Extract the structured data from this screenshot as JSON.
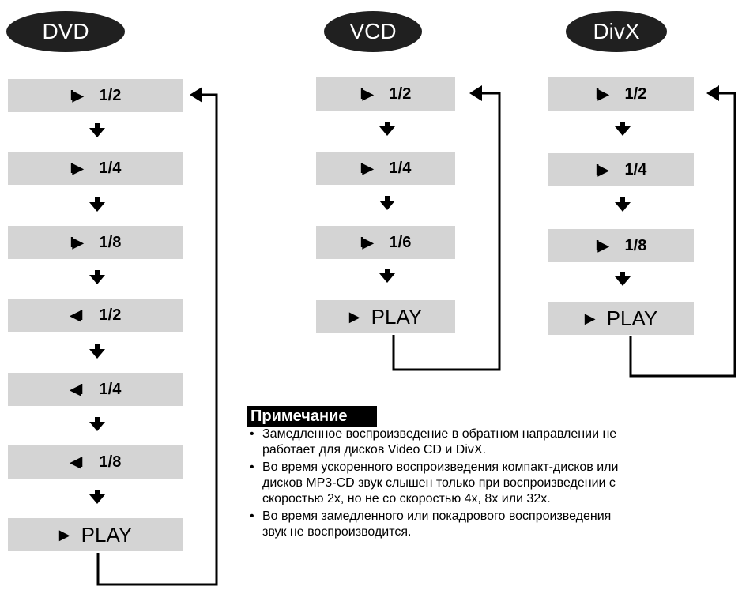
{
  "columns": [
    {
      "key": "dvd",
      "label": "DVD",
      "steps": [
        {
          "symbol": "I▶",
          "label": "1/2"
        },
        {
          "symbol": "I▶",
          "label": "1/4"
        },
        {
          "symbol": "I▶",
          "label": "1/8"
        },
        {
          "symbol": "◀I",
          "label": "1/2"
        },
        {
          "symbol": "◀I",
          "label": "1/4"
        },
        {
          "symbol": "◀I",
          "label": "1/8"
        },
        {
          "symbol": "▶",
          "label": "PLAY"
        }
      ]
    },
    {
      "key": "vcd",
      "label": "VCD",
      "steps": [
        {
          "symbol": "I▶",
          "label": "1/2"
        },
        {
          "symbol": "I▶",
          "label": "1/4"
        },
        {
          "symbol": "I▶",
          "label": "1/6"
        },
        {
          "symbol": "▶",
          "label": "PLAY"
        }
      ]
    },
    {
      "key": "divx",
      "label": "DivX",
      "steps": [
        {
          "symbol": "I▶",
          "label": "1/2"
        },
        {
          "symbol": "I▶",
          "label": "1/4"
        },
        {
          "symbol": "I▶",
          "label": "1/8"
        },
        {
          "symbol": "▶",
          "label": "PLAY"
        }
      ]
    }
  ],
  "note": {
    "title": "Примечание",
    "lines": [
      "Замедленное воспроизведение в обратном направлении не",
      "работает для дисков Video CD и DivX.",
      "Во время ускоренного воспроизведения компакт-дисков или",
      "дисков MP3-CD звук слышен только при воспроизведении с",
      "скоростью 2x, но не со скоростью 4x, 8x или 32x.",
      "Во время замедленного или покадрового воспроизведения",
      "звук не воспроизводится."
    ]
  }
}
